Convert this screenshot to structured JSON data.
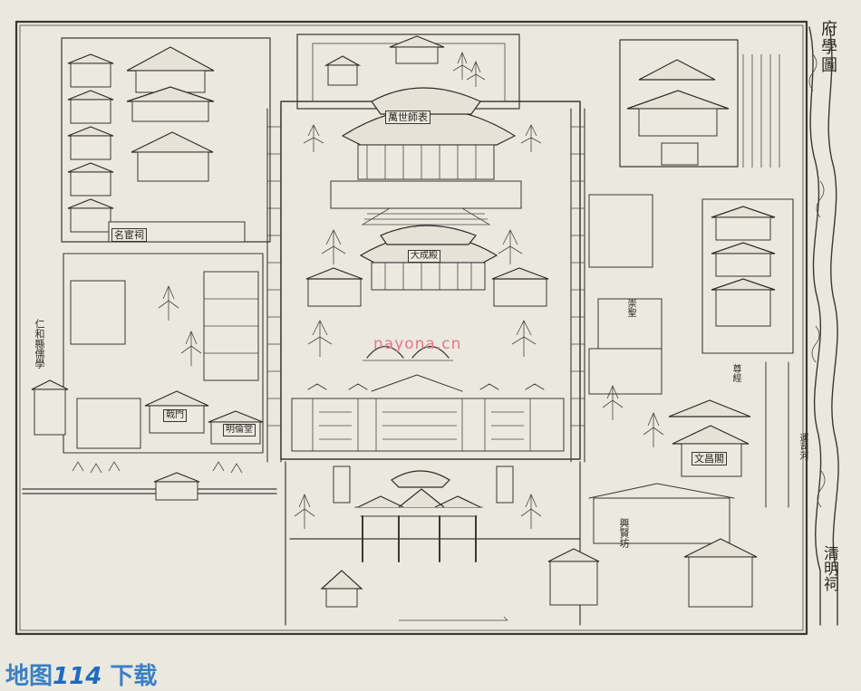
{
  "map": {
    "title": "府學圖",
    "watermark": "nayona.cn",
    "labels": {
      "left_school": "仁和縣儒學",
      "shrine_plaque": "名宦祠",
      "main_hall": "萬世師表",
      "hall_plaque": "大成殿",
      "river": "運司河",
      "east_pavilion": "文昌閣",
      "archway": "興賢坊",
      "lower_right": "清明祠",
      "left_hall": "明倫堂",
      "gate_plaque": "戟門",
      "right_hall_a": "崇聖",
      "right_hall_b": "尊經"
    }
  },
  "footer": {
    "brand_prefix": "地图",
    "brand_number": "114",
    "brand_suffix": " 下载"
  },
  "colors": {
    "paper": "#ebe8e0",
    "ink": "#3b3833",
    "watermark": "#e07a86",
    "brand": "#3a7fc4"
  }
}
